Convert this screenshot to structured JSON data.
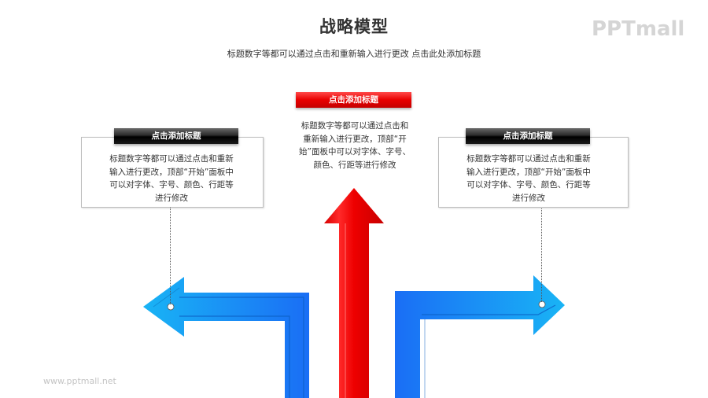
{
  "header": {
    "title": "战略模型",
    "subtitle": "标题数字等都可以通过点击和重新输入进行更改 点击此处添加标题"
  },
  "branding": {
    "logo": "PPTmall",
    "website": "www.pptmall.net"
  },
  "center": {
    "label": "点击添加标题",
    "text": "标题数字等都可以通过点击和重新输入进行更改，顶部“开始”面板中可以对字体、字号、颜色、行距等进行修改",
    "color": "#e00000"
  },
  "left": {
    "label": "点击添加标题",
    "text": "标题数字等都可以通过点击和重新输入进行更改，顶部“开始”面板中可以对字体、字号、颜色、行距等进行修改",
    "color": "#1e8fff"
  },
  "right": {
    "label": "点击添加标题",
    "text": "标题数字等都可以通过点击和重新输入进行更改，顶部“开始”面板中可以对字体、字号、颜色、行距等进行修改",
    "color": "#1e8fff"
  }
}
